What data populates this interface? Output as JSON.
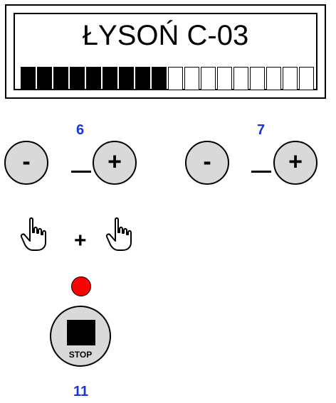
{
  "display": {
    "title": "ŁYSOŃ C-03",
    "bar_total_segments": 18,
    "bar_filled_segments": 9
  },
  "groups": [
    {
      "number": "6",
      "minus": "-",
      "plus": "+"
    },
    {
      "number": "7",
      "minus": "-",
      "plus": "+"
    }
  ],
  "combo": {
    "plus": "+"
  },
  "stop": {
    "label": "STOP",
    "number": "11"
  },
  "colors": {
    "number": "#1a35d6",
    "led": "#ff0000",
    "button_fill": "#d9d9d9"
  },
  "icons": {
    "hand": "pointing-hand-icon",
    "led": "red-indicator-led",
    "stop": "stop-square-icon"
  }
}
